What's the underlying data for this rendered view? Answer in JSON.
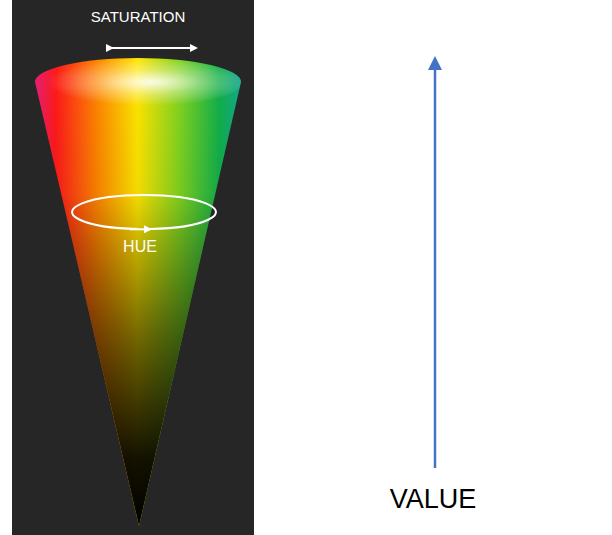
{
  "diagram": {
    "labels": [
      "SATURATION",
      "HUE",
      "VALUE"
    ]
  }
}
